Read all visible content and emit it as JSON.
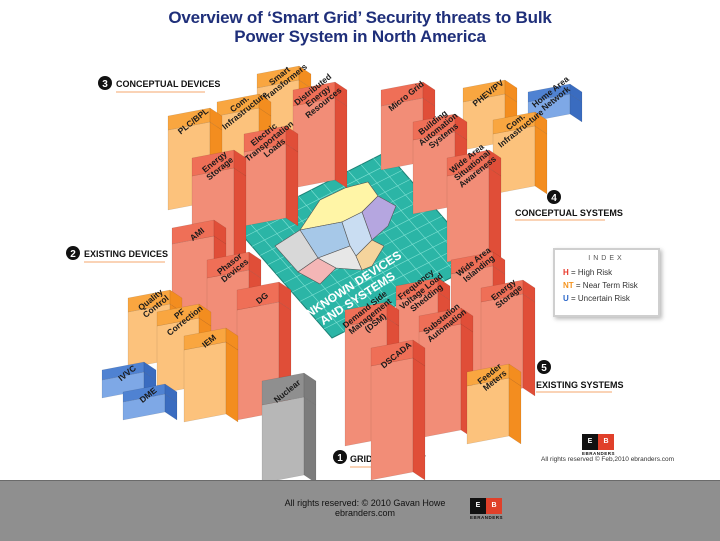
{
  "title": {
    "line1": "Overview of ‘Smart Grid’ Security threats to Bulk",
    "line2": "Power System in North America"
  },
  "sections": [
    {
      "num": "1",
      "label": "GRID TOPOLOGY"
    },
    {
      "num": "2",
      "label": "EXISTING DEVICES"
    },
    {
      "num": "3",
      "label": "CONCEPTUAL DEVICES"
    },
    {
      "num": "4",
      "label": "CONCEPTUAL SYSTEMS"
    },
    {
      "num": "5",
      "label": "EXISTING SYSTEMS"
    }
  ],
  "blocks": [
    {
      "id": "plc-bpl",
      "label": [
        "PLC/BPL"
      ],
      "risk": "NT"
    },
    {
      "id": "com-infrastructure-left",
      "label": [
        "Com.",
        "Infrastructure"
      ],
      "risk": "NT"
    },
    {
      "id": "smart-transformers",
      "label": [
        "Smart",
        "Transformers"
      ],
      "risk": "NT"
    },
    {
      "id": "energy-storage-top",
      "label": [
        "Energy",
        "Storage"
      ],
      "risk": "H"
    },
    {
      "id": "electric-transportation-loads",
      "label": [
        "Electric",
        "Transportation",
        "Loads"
      ],
      "risk": "H"
    },
    {
      "id": "distributed-energy-resources",
      "label": [
        "Distributed",
        "Energy",
        "Resources"
      ],
      "risk": "H"
    },
    {
      "id": "micro-grid",
      "label": [
        "Micro Grid"
      ],
      "risk": "H"
    },
    {
      "id": "building-automation-systems",
      "label": [
        "Building",
        "Automation",
        "Systems"
      ],
      "risk": "H"
    },
    {
      "id": "phev-pv",
      "label": [
        "PHEV/PV"
      ],
      "risk": "NT"
    },
    {
      "id": "com-infrastructure-right",
      "label": [
        "Com.",
        "Infrastructure"
      ],
      "risk": "NT"
    },
    {
      "id": "home-area-network",
      "label": [
        "Home Area",
        "Network"
      ],
      "risk": "U"
    },
    {
      "id": "wide-area-situational-awareness",
      "label": [
        "Wide Area",
        "Situational",
        "Awareness"
      ],
      "risk": "H"
    },
    {
      "id": "ami",
      "label": [
        "AMI"
      ],
      "risk": "H"
    },
    {
      "id": "phasor-devices",
      "label": [
        "Phasor",
        "Devices"
      ],
      "risk": "H"
    },
    {
      "id": "dg",
      "label": [
        "DG"
      ],
      "risk": "H"
    },
    {
      "id": "quality-control",
      "label": [
        "Quality",
        "Control"
      ],
      "risk": "NT"
    },
    {
      "id": "pf-correction",
      "label": [
        "PF",
        "Correction"
      ],
      "risk": "NT"
    },
    {
      "id": "iem",
      "label": [
        "IEM"
      ],
      "risk": "NT"
    },
    {
      "id": "ivvc",
      "label": [
        "IVVC"
      ],
      "risk": "U"
    },
    {
      "id": "dme",
      "label": [
        "DME"
      ],
      "risk": "U"
    },
    {
      "id": "nuclear",
      "label": [
        "Nuclear"
      ],
      "risk": ""
    },
    {
      "id": "demand-side-management",
      "label": [
        "Demand Side",
        "Management",
        "(DSM)"
      ],
      "risk": "H"
    },
    {
      "id": "frequency-voltage-load-shedding",
      "label": [
        "Frequency",
        "Voltage Load",
        "Shedding"
      ],
      "risk": "H"
    },
    {
      "id": "wide-area-islanding",
      "label": [
        "Wide Area",
        "Islanding"
      ],
      "risk": "H"
    },
    {
      "id": "substation-automation",
      "label": [
        "Substation",
        "Automation"
      ],
      "risk": "H"
    },
    {
      "id": "energy-storage-bottom",
      "label": [
        "Energy",
        "Storage"
      ],
      "risk": "H"
    },
    {
      "id": "dscada",
      "label": [
        "DSCADA"
      ],
      "risk": "H"
    },
    {
      "id": "feeder-meters",
      "label": [
        "Feeder",
        "Meters"
      ],
      "risk": "NT"
    }
  ],
  "center": {
    "line1": "UNKNOWN DEVICES",
    "line2": "AND SYSTEMS"
  },
  "index": {
    "title": "INDEX",
    "items": [
      {
        "key": "H",
        "text": " = High Risk",
        "color": "#e8382a"
      },
      {
        "key": "NT",
        "text": " = Near Term Risk",
        "color": "#f5941e"
      },
      {
        "key": "U",
        "text": " = Uncertain Risk",
        "color": "#2a66c9"
      }
    ]
  },
  "colors": {
    "high": "#ef6f57",
    "near_term": "#fbb15a",
    "uncertain": "#6f9cdf",
    "nuclear": "#b3b3b3",
    "grid": "#2bb5a6"
  },
  "logo": {
    "left": "E",
    "right": "B",
    "caption": "EBRANDERS"
  },
  "rights_small": "All rights reserved © Feb,2010 ebranders.com",
  "footer": {
    "line1": "All rights reserved: © 2010 Gavan Howe",
    "line2": "ebranders.com"
  }
}
